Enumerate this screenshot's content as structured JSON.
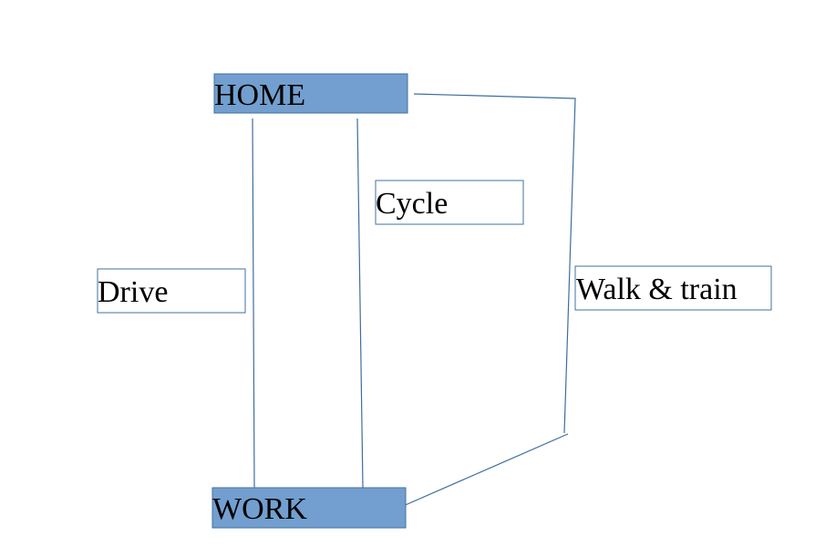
{
  "nodes": {
    "home": {
      "label": "HOME"
    },
    "work": {
      "label": "WORK"
    }
  },
  "routes": {
    "drive": {
      "label": "Drive"
    },
    "cycle": {
      "label": "Cycle"
    },
    "walk_train": {
      "label": "Walk & train"
    }
  },
  "colors": {
    "node_fill": "#729fcf",
    "node_border": "#41719c",
    "edge": "#3d6e9e",
    "text": "#000000",
    "background": "#ffffff"
  }
}
